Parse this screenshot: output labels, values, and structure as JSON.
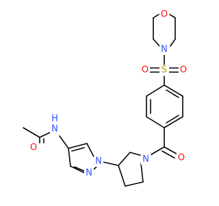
{
  "colors": {
    "background": "#ffffff",
    "bond": "#000000",
    "oxygen": "#ff0d0d",
    "nitrogen": "#3050f8",
    "sulfur": "#b8a400"
  },
  "atom_labels": {
    "morpholine_o": "O",
    "morpholine_n": "N",
    "sulfonyl_s": "S",
    "sulfonyl_o_left": "O",
    "sulfonyl_o_right": "O",
    "carbonyl_o": "O",
    "pyrrolidine_n": "N",
    "pyrazole_n1": "N",
    "pyrazole_n2": "N",
    "amide_nh": "H",
    "amide_n": "N",
    "acetyl_o": "O"
  }
}
